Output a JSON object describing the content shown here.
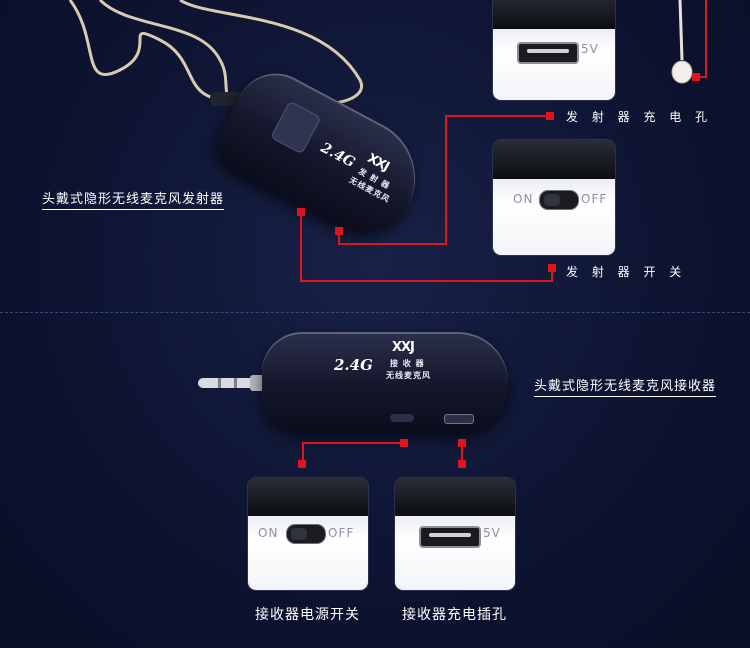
{
  "transmitter": {
    "title": "头戴式隐形无线麦克风发射器",
    "device_speed": "2.4G",
    "device_logo": "XXJ",
    "device_line1": "发 射 器",
    "device_line2": "无线麦克风",
    "charge_label": "发 射 器 充 电 孔",
    "switch_label": "发 射 器 开 关",
    "charge_etch": "5V",
    "switch_on": "ON",
    "switch_off": "OFF"
  },
  "receiver": {
    "title": "头戴式隐形无线麦克风接收器",
    "device_speed": "2.4G",
    "device_logo": "XXJ",
    "device_line1": "接 收 器",
    "device_line2": "无线麦克风",
    "power_label": "接收器电源开关",
    "charge_label": "接收器充电插孔",
    "charge_etch": "5V",
    "switch_on": "ON",
    "switch_off": "OFF"
  },
  "colors": {
    "background": "#0e1530",
    "callout": "#e0141e",
    "text": "#ffffff"
  }
}
